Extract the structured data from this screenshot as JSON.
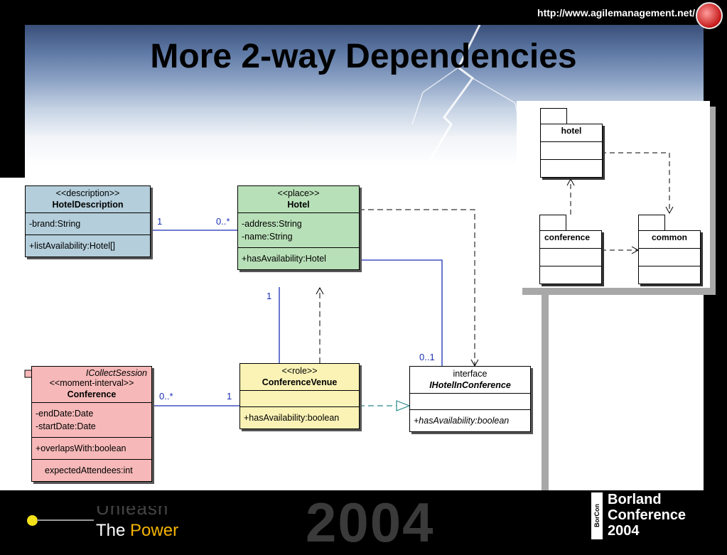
{
  "header": {
    "url": "http://www.agilemanagement.net/",
    "title": "More 2-way Dependencies"
  },
  "classes": {
    "hotel_description": {
      "stereotype": "<<description>>",
      "name": "HotelDescription",
      "attributes": [
        "-brand:String"
      ],
      "operations": [
        "+listAvailability:Hotel[]"
      ]
    },
    "hotel": {
      "stereotype": "<<place>>",
      "name": "Hotel",
      "attributes": [
        "-address:String",
        "-name:String"
      ],
      "operations": [
        "+hasAvailability:Hotel"
      ]
    },
    "conference": {
      "interface_label": "ICollectSession",
      "stereotype": "<<moment-interval>>",
      "name": "Conference",
      "attributes": [
        "-endDate:Date",
        "-startDate:Date"
      ],
      "operations": [
        "+overlapsWith:boolean"
      ],
      "extra": [
        "expectedAttendees:int"
      ]
    },
    "conference_venue": {
      "stereotype": "<<role>>",
      "name": "ConferenceVenue",
      "operations": [
        "+hasAvailability:boolean"
      ]
    },
    "ihotel_in_conference": {
      "stereotype": "interface",
      "name": "IHotelInConference",
      "operations": [
        "+hasAvailability:boolean"
      ]
    }
  },
  "multiplicities": {
    "hd_hotel_left": "1",
    "hd_hotel_right": "0..*",
    "hotel_venue": "1",
    "conf_venue_left": "0..*",
    "conf_venue_right": "1",
    "hotel_interface": "0..1"
  },
  "packages": {
    "hotel": "hotel",
    "conference": "conference",
    "common": "common"
  },
  "footer": {
    "unleash": "Unleash",
    "the": "The ",
    "power": "Power",
    "year": "2004",
    "brand_mark": "BorCon",
    "brand_line1": "Borland",
    "brand_line2": "Conference",
    "brand_line3": "2004"
  },
  "colors": {
    "description": "#b4cedb",
    "place": "#b8e0b8",
    "role": "#fbf3b6",
    "moment_interval": "#f6b8b8",
    "association_line": "#1a2fb3",
    "realization_line": "#2a8a8a"
  }
}
